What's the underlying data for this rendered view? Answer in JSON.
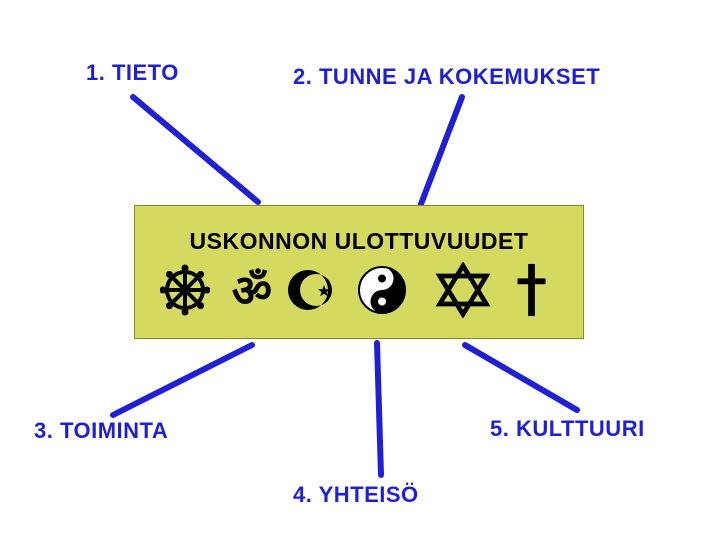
{
  "colors": {
    "accent": "#1f1fd6",
    "box_fill": "#d3da5f",
    "symbol": "#000000"
  },
  "center": {
    "title": "USKONNON ULOTTUVUUDET",
    "symbols": [
      "dharma-wheel-icon",
      "om-icon",
      "crescent-star-icon",
      "yin-yang-icon",
      "star-of-david-icon",
      "cross-icon"
    ],
    "om_glyph": "ॐ"
  },
  "dimensions": [
    {
      "label": "1. TIETO"
    },
    {
      "label": "2. TUNNE JA KOKEMUKSET"
    },
    {
      "label": "3. TOIMINTA"
    },
    {
      "label": "4. YHTEISÖ"
    },
    {
      "label": "5. KULTTUURI"
    }
  ]
}
